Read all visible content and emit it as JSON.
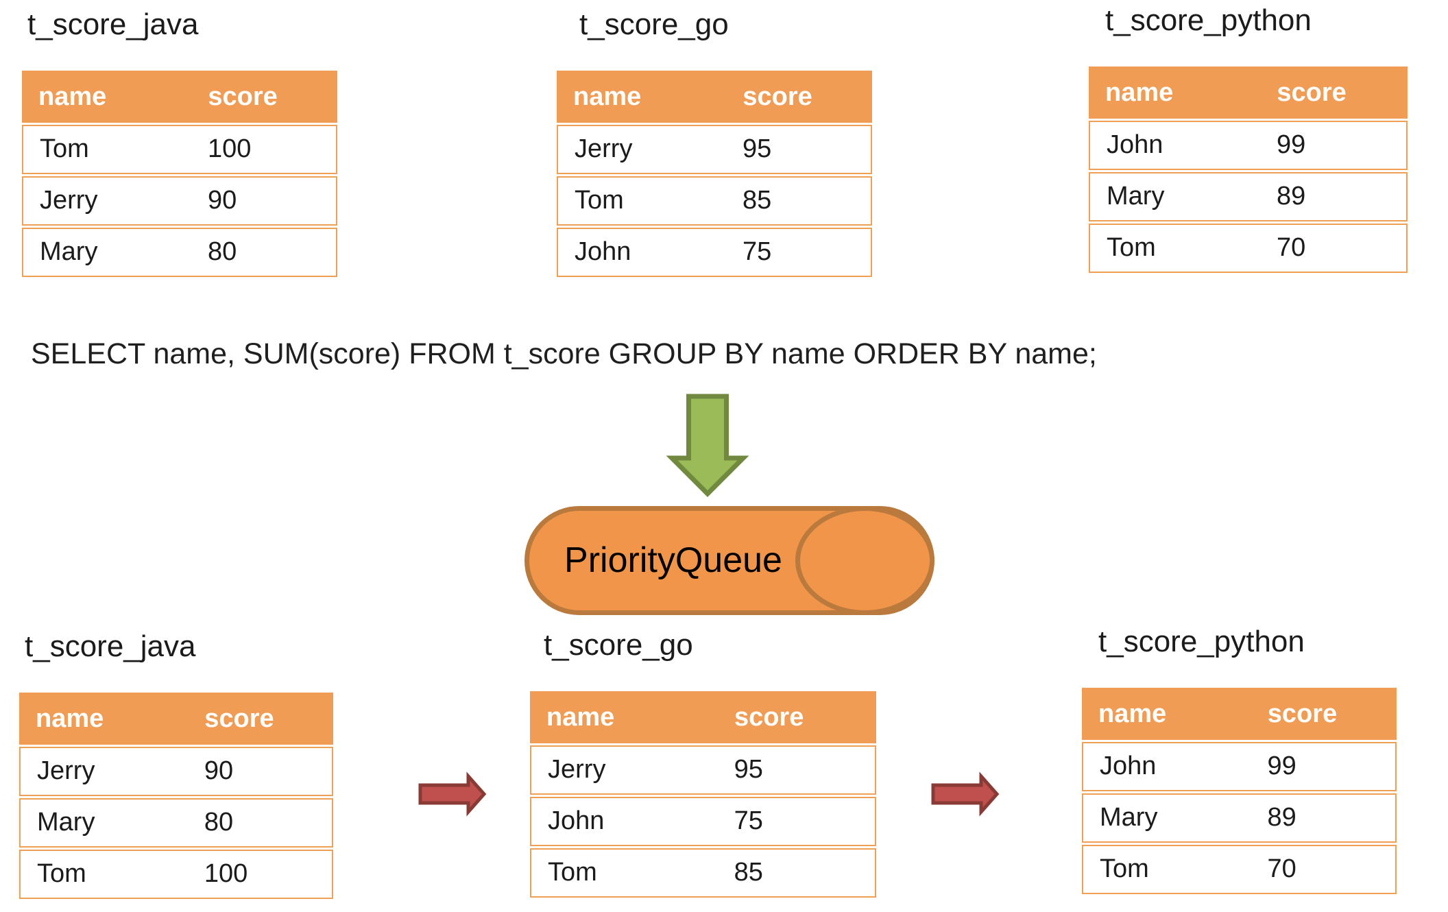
{
  "columns": [
    "name",
    "score"
  ],
  "sql": "SELECT name, SUM(score) FROM t_score GROUP BY name ORDER BY name;",
  "cylinder": {
    "label": "PriorityQueue"
  },
  "icons": {
    "down_arrow": "green down arrow",
    "right_arrow": "red right arrow"
  },
  "colors": {
    "orange": "#F09C55",
    "orange_border": "#F0A055",
    "cylinder_fill": "#F0954A",
    "cylinder_border": "#BA7A3D",
    "green_fill": "#9BBB59",
    "green_border": "#70893E",
    "red_fill": "#C0504D",
    "red_border": "#8A3A34"
  },
  "top_tables": [
    {
      "title": "t_score_java",
      "rows": [
        [
          "Tom",
          "100"
        ],
        [
          "Jerry",
          "90"
        ],
        [
          "Mary",
          "80"
        ]
      ]
    },
    {
      "title": "t_score_go",
      "rows": [
        [
          "Jerry",
          "95"
        ],
        [
          "Tom",
          "85"
        ],
        [
          "John",
          "75"
        ]
      ]
    },
    {
      "title": "t_score_python",
      "rows": [
        [
          "John",
          "99"
        ],
        [
          "Mary",
          "89"
        ],
        [
          "Tom",
          "70"
        ]
      ]
    }
  ],
  "bottom_tables": [
    {
      "title": "t_score_java",
      "rows": [
        [
          "Jerry",
          "90"
        ],
        [
          "Mary",
          "80"
        ],
        [
          "Tom",
          "100"
        ]
      ]
    },
    {
      "title": "t_score_go",
      "rows": [
        [
          "Jerry",
          "95"
        ],
        [
          "John",
          "75"
        ],
        [
          "Tom",
          "85"
        ]
      ]
    },
    {
      "title": "t_score_python",
      "rows": [
        [
          "John",
          "99"
        ],
        [
          "Mary",
          "89"
        ],
        [
          "Tom",
          "70"
        ]
      ]
    }
  ]
}
